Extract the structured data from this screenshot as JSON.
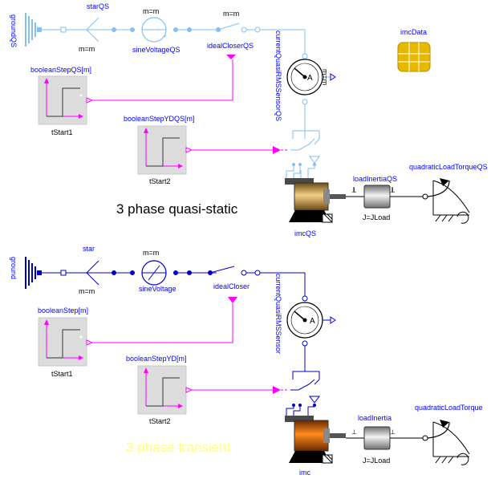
{
  "top": {
    "ground": "groundQS",
    "star": "starQS",
    "m_star": "m=m",
    "source_m": "m=m",
    "source": "sineVoltageQS",
    "switch_m": "m=m",
    "switch": "idealCloserQS",
    "sensor": "currentQuasiRMSSensorQS",
    "sensor_m": "m=m",
    "step1": "booleanStepQS[m]",
    "step1_name": "tStart1",
    "step2": "booleanStepYDQS[m]",
    "step2_name": "tStart2",
    "machine": "imcQS",
    "inertia": "loadInertiaQS",
    "inertia_param": "J=JLoad",
    "load": "quadraticLoadTorqueQS",
    "data": "imcData",
    "title": "3 phase quasi-static",
    "plus": "+",
    "minus": "-"
  },
  "bottom": {
    "ground": "ground",
    "star": "star",
    "m_star": "m=m",
    "source_m": "m=m",
    "source": "sineVoltage",
    "switch": "idealCloser",
    "sensor": "currentQuasiRMSSensor",
    "step1": "booleanStep[m]",
    "step1_name": "tStart1",
    "step2": "booleanStepYD[m]",
    "step2_name": "tStart2",
    "machine": "imc",
    "inertia": "loadInertia",
    "inertia_param": "J=JLoad",
    "load": "quadraticLoadTorque",
    "title": "3 phase transient"
  },
  "colors": {
    "qs_wire": "#85bff0",
    "tr_wire": "#0000cc",
    "boolean": "#ff00ff",
    "label": "#0000ff",
    "title_transient": "#ffff80"
  }
}
